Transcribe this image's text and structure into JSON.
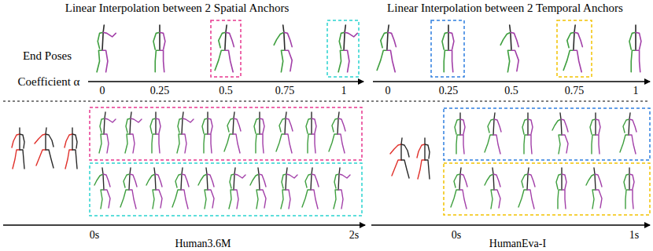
{
  "diagram": {
    "labels": [
      "Linear Interpolation between 2 Spatial Anchors",
      "Linear Interpolation between 2 Temporal Anchors",
      "End Poses",
      "Coefficient α",
      "0",
      "0.25",
      "0.5",
      "0.75",
      "1",
      "0",
      "0.25",
      "0.5",
      "0.75",
      "1",
      "0s",
      "2s",
      "Human3.6M",
      "0s",
      "1s",
      "HumanEva-I"
    ]
  }
}
